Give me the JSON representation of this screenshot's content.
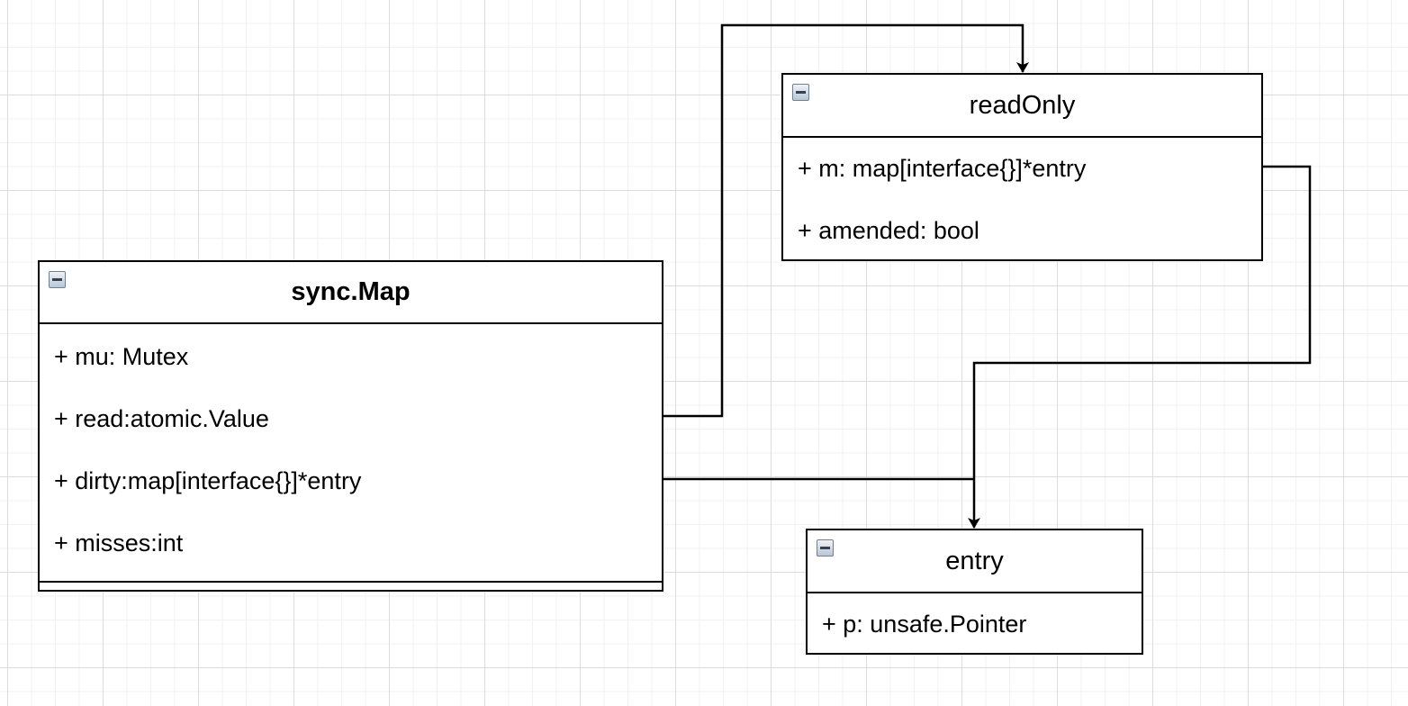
{
  "classes": {
    "sync_map": {
      "title": "sync.Map",
      "attributes": [
        "+ mu: Mutex",
        "+ read:atomic.Value",
        "+ dirty:map[interface{}]*entry",
        "+ misses:int"
      ]
    },
    "read_only": {
      "title": "readOnly",
      "attributes": [
        "+ m: map[interface{}]*entry",
        "+ amended: bool"
      ]
    },
    "entry": {
      "title": "entry",
      "attributes": [
        "+ p: unsafe.Pointer"
      ]
    }
  },
  "icons": {
    "collapse": "collapse-minus-icon"
  },
  "colors": {
    "stroke": "#000000",
    "grid": "#dcdcdc"
  }
}
